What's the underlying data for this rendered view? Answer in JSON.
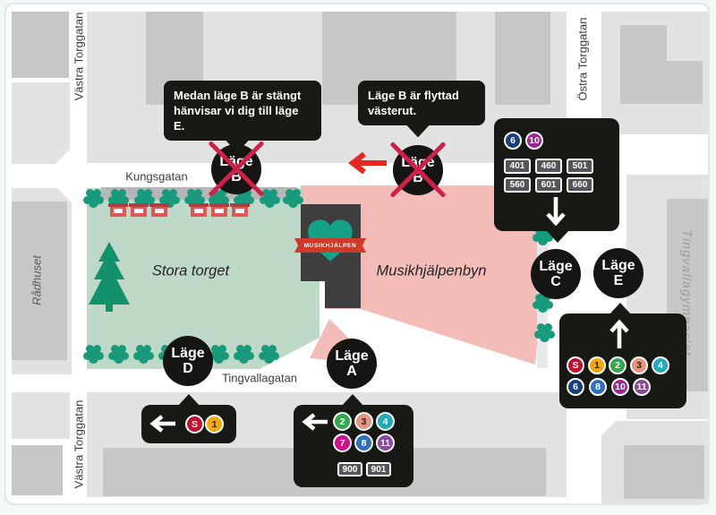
{
  "colors": {
    "square_green": "#bed9c8",
    "village_pink": "#f4bcb6",
    "bush": "#189b7c",
    "tree": "#12916b",
    "heart": "#16a189",
    "banner": "#cf3b29",
    "cross_red": "#d21f47",
    "arrow_red": "#e8251f",
    "callout_bg": "#181815"
  },
  "streets": {
    "kungsgatan": "Kungsgatan",
    "tingvallagatan": "Tingvallagatan",
    "vastra_torggatan": "Västra Torggatan",
    "ostra_torggatan": "Östra Torggatan"
  },
  "places": {
    "radhuset": "Rådhuset",
    "tingvallagymnasiet": "Tingvallagymnasiet",
    "stora_torget": "Stora torget",
    "musikhjalpenbyn": "Musikhjälpenbyn",
    "banner": "MUSIKHJÄLPEN"
  },
  "bubbles": {
    "closed_b": {
      "lines": [
        "Medan läge B är stängt",
        "hänvisar vi dig till läge E."
      ]
    },
    "moved_b": {
      "lines": [
        "Läge B är flyttad",
        "västerut."
      ]
    }
  },
  "stops": {
    "b_west": {
      "word": "Läge",
      "letter": "B"
    },
    "b_east": {
      "word": "Läge",
      "letter": "B"
    },
    "a": {
      "word": "Läge",
      "letter": "A"
    },
    "c": {
      "word": "Läge",
      "letter": "C"
    },
    "d": {
      "word": "Läge",
      "letter": "D"
    },
    "e": {
      "word": "Läge",
      "letter": "E"
    }
  },
  "lines": {
    "S": {
      "label": "S",
      "bg": "#c8102e",
      "fg": "#ffffff"
    },
    "1": {
      "label": "1",
      "bg": "#f4a800",
      "fg": "#231f20"
    },
    "2": {
      "label": "2",
      "bg": "#33a94e",
      "fg": "#ffffff"
    },
    "3": {
      "label": "3",
      "bg": "#e8947e",
      "fg": "#231f20"
    },
    "4": {
      "label": "4",
      "bg": "#22a9bd",
      "fg": "#ffffff"
    },
    "6": {
      "label": "6",
      "bg": "#1a3f7d",
      "fg": "#ffffff"
    },
    "7": {
      "label": "7",
      "bg": "#d40f8c",
      "fg": "#ffffff"
    },
    "8": {
      "label": "8",
      "bg": "#2f6fc2",
      "fg": "#ffffff"
    },
    "10": {
      "label": "10",
      "bg": "#9d2596",
      "fg": "#ffffff"
    },
    "11": {
      "label": "11",
      "bg": "#8b4a9d",
      "fg": "#ffffff"
    },
    "401": {
      "label": "401"
    },
    "460": {
      "label": "460"
    },
    "501": {
      "label": "501"
    },
    "560": {
      "label": "560"
    },
    "601": {
      "label": "601"
    },
    "660": {
      "label": "660"
    },
    "900": {
      "label": "900"
    },
    "901": {
      "label": "901"
    }
  }
}
